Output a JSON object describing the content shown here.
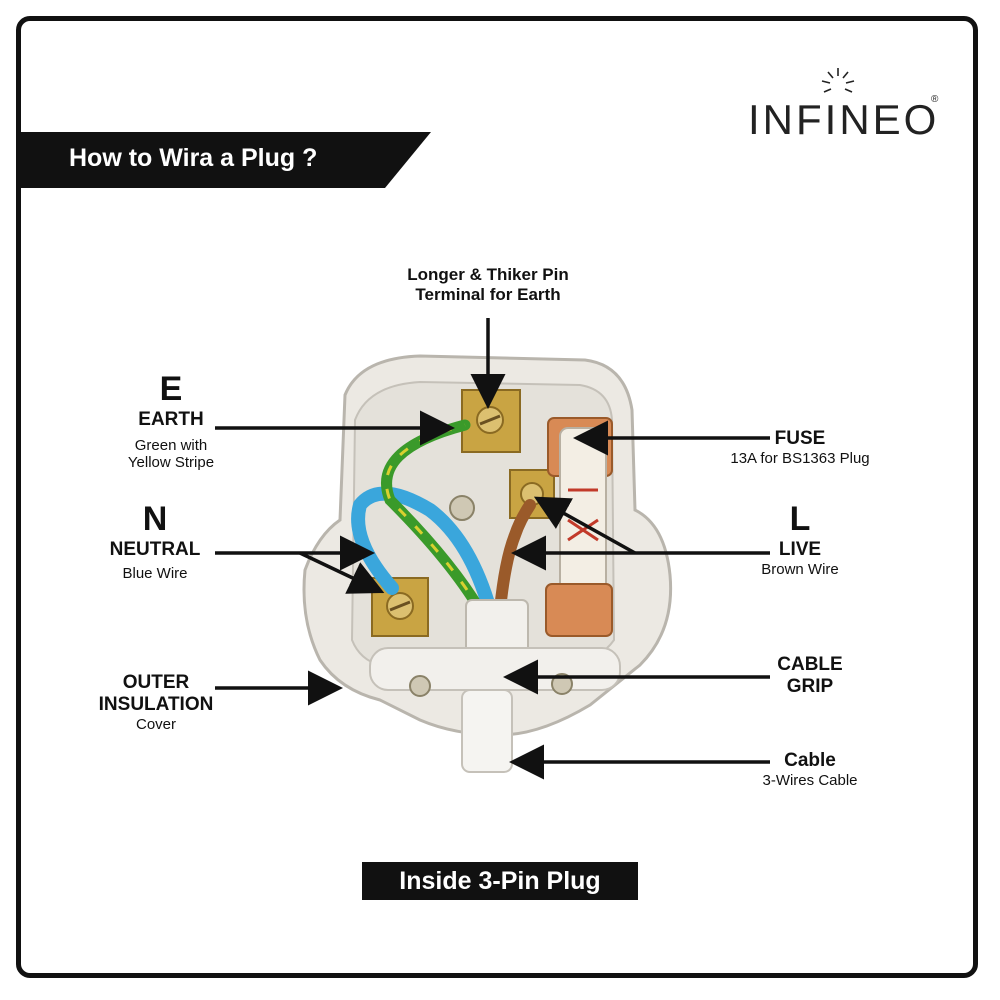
{
  "title": "How to Wira a Plug ?",
  "brand": {
    "name": "INFINEO",
    "reg": "®"
  },
  "caption": "Inside 3-Pin Plug",
  "labels": {
    "earth_pin": {
      "line1": "Longer & Thiker Pin",
      "line2": "Terminal for Earth"
    },
    "earth": {
      "letter": "E",
      "name": "EARTH",
      "desc1": "Green with",
      "desc2": "Yellow Stripe"
    },
    "neutral": {
      "letter": "N",
      "name": "NEUTRAL",
      "desc": "Blue Wire"
    },
    "outer": {
      "line1": "OUTER",
      "line2": "INSULATION",
      "desc": "Cover"
    },
    "fuse": {
      "name": "FUSE",
      "desc": "13A for BS1363 Plug"
    },
    "live": {
      "letter": "L",
      "name": "LIVE",
      "desc": "Brown Wire"
    },
    "cable_grip": {
      "line1": "CABLE",
      "line2": "GRIP"
    },
    "cable": {
      "name": "Cable",
      "desc": "3-Wires Cable"
    }
  },
  "colors": {
    "earth_wire": "#3a9a2a",
    "earth_stripe": "#d8d030",
    "neutral_wire": "#3aa6dc",
    "live_wire": "#9a5a2a",
    "brass": "#c9a443",
    "copper": "#d88a55"
  }
}
